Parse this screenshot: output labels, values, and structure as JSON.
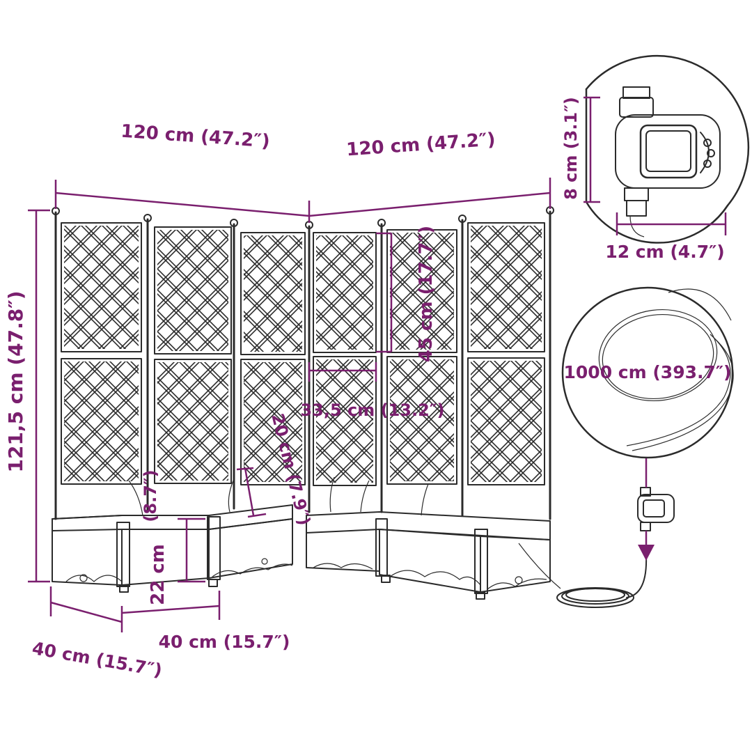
{
  "colors": {
    "dimension": "#7a1f6e",
    "line_art": "#2b2b2b",
    "background": "#ffffff"
  },
  "dimensions": {
    "left_width": "120 cm (47.2″)",
    "right_width": "120 cm (47.2″)",
    "height": "121,5 cm (47.8″)",
    "upper_panel": "45 cm (17.7″)",
    "panel_width": "33,5 cm (13.2″)",
    "trellis_gap": "20 cm (7.9″)",
    "planter_height_inch": "(8.7″)",
    "planter_height_cm": "22 cm",
    "depth_left": "40 cm (15.7″)",
    "depth_front": "40 cm (15.7″)",
    "timer_height": "8 cm (3.1″)",
    "timer_width": "12 cm (4.7″)",
    "hose_length": "1000 cm (393.7″)"
  },
  "icons": [
    "water-timer-icon",
    "hose-coil-icon",
    "planter-trellis-drawing",
    "flow-arrow-icon"
  ]
}
